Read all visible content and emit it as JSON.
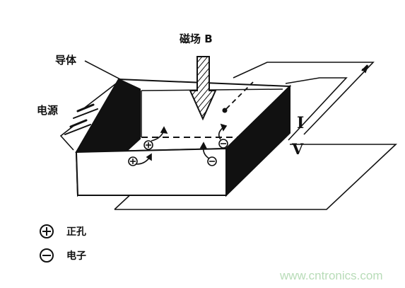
{
  "labels": {
    "magnetic_field": "磁场 B",
    "conductor": "导体",
    "power_source": "电源",
    "current": "I",
    "voltage": "V"
  },
  "legend": [
    {
      "symbol": "+",
      "label": "正孔"
    },
    {
      "symbol": "−",
      "label": "电子"
    }
  ],
  "watermark": "www.cntronics.com",
  "colors": {
    "ink": "#111111",
    "background": "#ffffff",
    "watermark": "#b8dcb8"
  }
}
